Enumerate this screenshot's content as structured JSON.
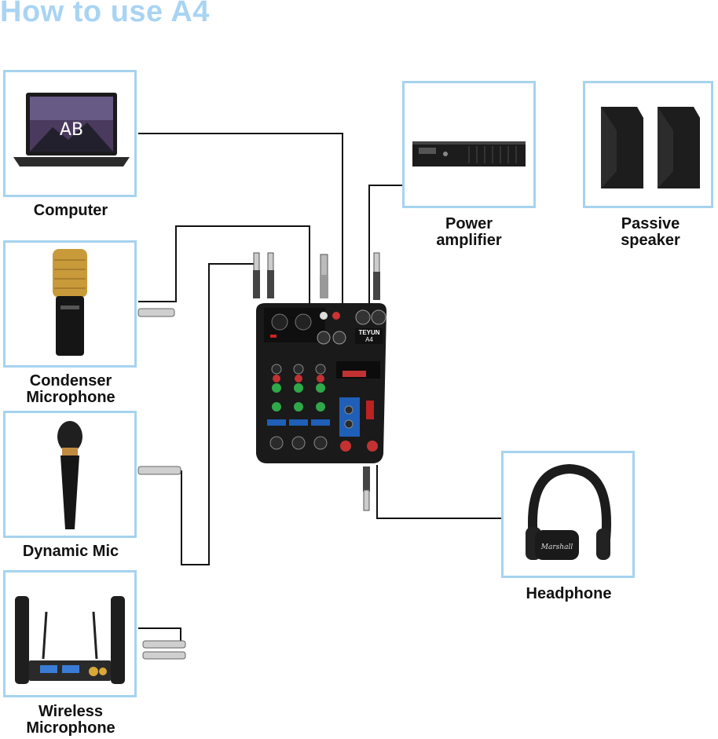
{
  "title": "How to use A4",
  "devices": {
    "computer": {
      "label": "Computer"
    },
    "condenser": {
      "label": "Condenser\nMicrophone"
    },
    "dynamic": {
      "label": "Dynamic Mic"
    },
    "wireless": {
      "label": "Wireless\nMicrophone"
    },
    "amplifier": {
      "label": "Power\namplifier"
    },
    "speaker": {
      "label": "Passive\nspeaker"
    },
    "headphone": {
      "label": "Headphone"
    }
  },
  "mixer": {
    "brand": "TEYUN",
    "model": "A4"
  },
  "laptop_logo": "AB",
  "headphone_brand": "Marshall"
}
